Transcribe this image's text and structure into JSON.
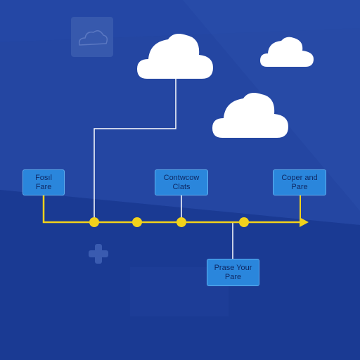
{
  "colors": {
    "background": "#1e3f9a",
    "timeline": "#f2d21b",
    "box_fill": "#2a86dc",
    "box_text": "#0f2a66",
    "cloud": "#ffffff",
    "connector": "#ffffff"
  },
  "icons": [
    "cloud-tile-icon",
    "plus-icon",
    "cloud-icon"
  ],
  "boxes": {
    "box1": {
      "line1": "Fosıl",
      "line2": "Fare"
    },
    "box2": {
      "line1": "Contwcow",
      "line2": "Clats"
    },
    "box3": {
      "line1": "Coper and",
      "line2": "Pare"
    },
    "box4": {
      "line1": "Prase Your",
      "line2": "Pare"
    }
  }
}
